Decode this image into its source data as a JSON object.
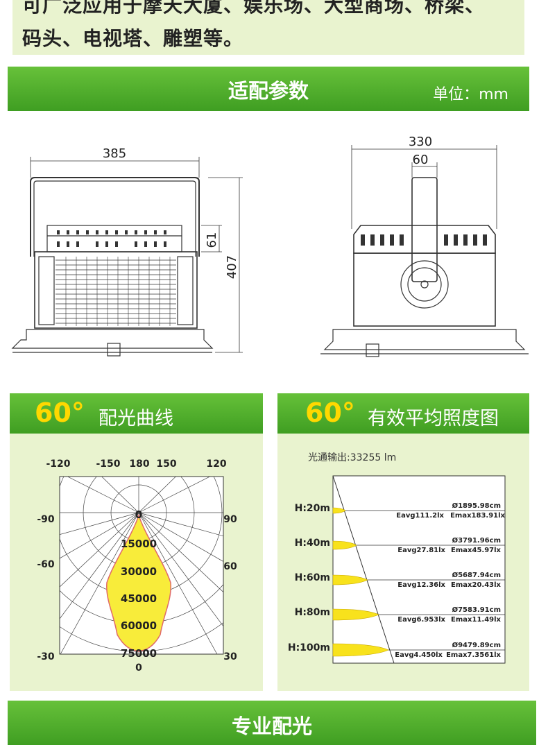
{
  "intro": {
    "line1": "可广泛应用于摩天大厦、娱乐场、大型商场、桥梁、",
    "line2": "码头、电视塔、雕塑等。"
  },
  "params": {
    "title": "适配参数",
    "unit": "单位：mm"
  },
  "dims": {
    "front_width": "385",
    "front_height": "407",
    "front_depth": "61",
    "side_width": "330",
    "side_mount": "60"
  },
  "panel_left": {
    "degree": "60°",
    "title": "配光曲线",
    "top_labels": [
      "-120",
      "-150",
      "180",
      "150",
      "120"
    ],
    "left_labels": [
      "-90",
      "-60",
      "-30"
    ],
    "right_labels": [
      "90",
      "60",
      "30"
    ],
    "center_values": [
      "0",
      "15000",
      "30000",
      "45000",
      "60000",
      "75000"
    ],
    "bottom_label": "0"
  },
  "panel_right": {
    "degree": "60°",
    "title": "有效平均照度图",
    "flux": "光通输出:33255 lm",
    "rows": [
      {
        "h": "H:20m",
        "dia": "Ø1895.98cm",
        "avg": "Eavg111.2lx",
        "max": "Emax183.91lx"
      },
      {
        "h": "H:40m",
        "dia": "Ø3791.96cm",
        "avg": "Eavg27.81lx",
        "max": "Emax45.97lx"
      },
      {
        "h": "H:60m",
        "dia": "Ø5687.94cm",
        "avg": "Eavg12.36lx",
        "max": "Emax20.43lx"
      },
      {
        "h": "H:80m",
        "dia": "Ø7583.91cm",
        "avg": "Eavg6.953lx",
        "max": "Emax11.49lx"
      },
      {
        "h": "H:100m",
        "dia": "Ø9479.89cm",
        "avg": "Eavg4.450lx",
        "max": "Emax7.3561lx"
      }
    ]
  },
  "footer": {
    "title": "专业配光"
  }
}
